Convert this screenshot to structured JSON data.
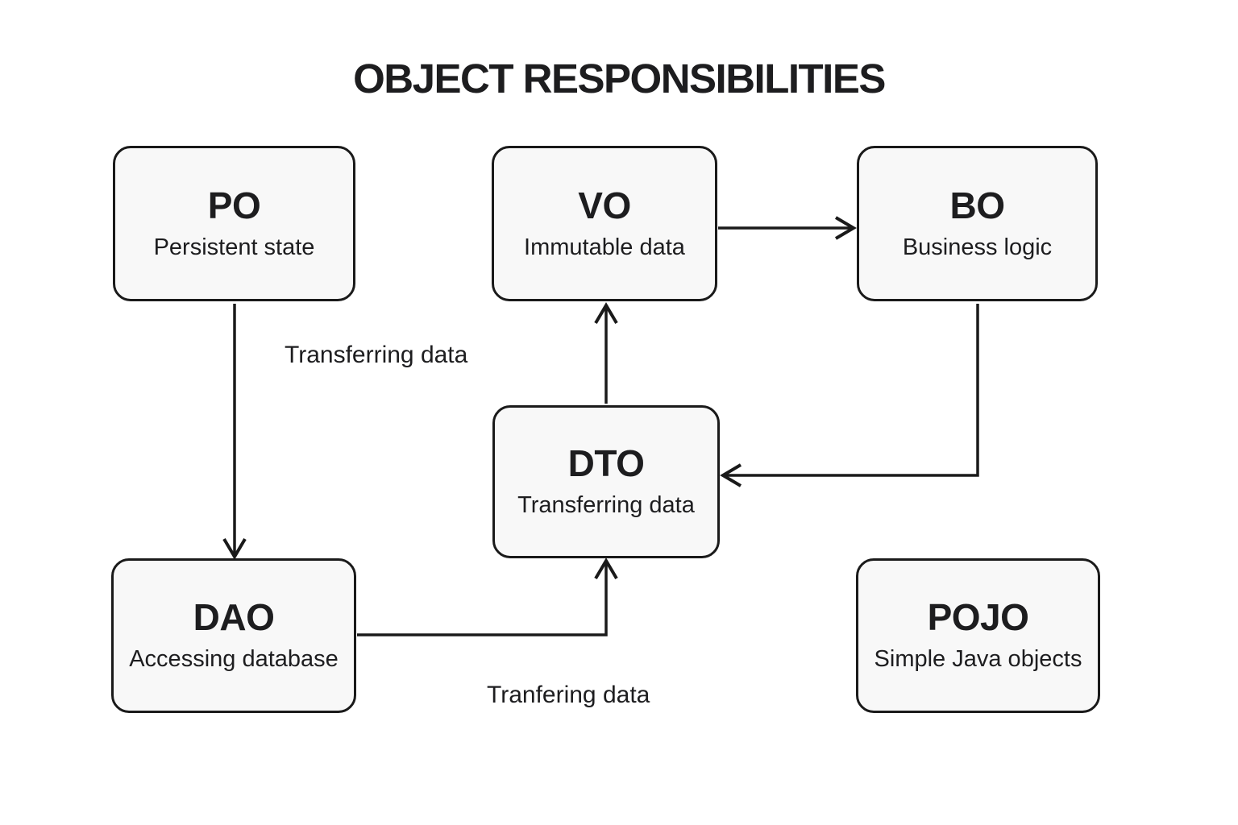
{
  "title": "OBJECT RESPONSIBILITIES",
  "nodes": {
    "po": {
      "title": "PO",
      "subtitle": "Persistent state"
    },
    "vo": {
      "title": "VO",
      "subtitle": "Immutable data"
    },
    "bo": {
      "title": "BO",
      "subtitle": "Business logic"
    },
    "dto": {
      "title": "DTO",
      "subtitle": "Transferring data"
    },
    "dao": {
      "title": "DAO",
      "subtitle": "Accessing database"
    },
    "pojo": {
      "title": "POJO",
      "subtitle": "Simple Java objects"
    }
  },
  "labels": [
    {
      "id": "label-transferring-data",
      "text": "Transferring data"
    },
    {
      "id": "label-tranfering-data",
      "text": "Tranfering data"
    }
  ],
  "edges": [
    {
      "id": "po-dao",
      "from": "PO",
      "to": "DAO",
      "direction": "down"
    },
    {
      "id": "vo-bo",
      "from": "VO",
      "to": "BO",
      "direction": "right"
    },
    {
      "id": "dto-vo",
      "from": "DTO",
      "to": "VO",
      "direction": "up"
    },
    {
      "id": "bo-dto",
      "from": "BO",
      "to": "DTO",
      "direction": "down-then-left"
    },
    {
      "id": "dao-dto",
      "from": "DAO",
      "to": "DTO",
      "direction": "right-then-up"
    }
  ],
  "colors": {
    "background": "#ffffff",
    "box_fill": "#f8f8f8",
    "box_border": "#1a1a1a",
    "text": "#1d1d1f",
    "arrow": "#1a1a1a"
  }
}
